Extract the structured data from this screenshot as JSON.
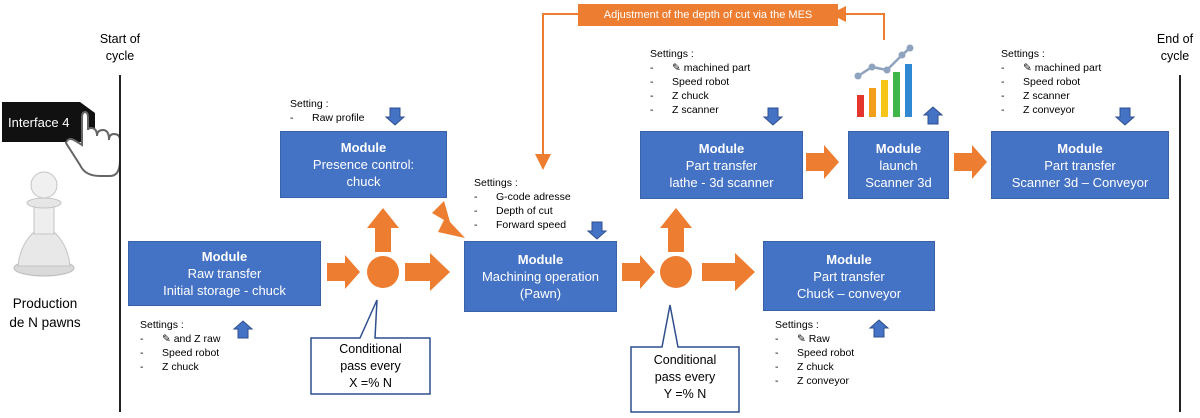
{
  "colors": {
    "module_bg": "#4472c4",
    "arrow_orange": "#ed7d31",
    "blue_arrow": "#4472c4"
  },
  "left": {
    "interface_label": "Interface 4",
    "production": [
      "Production",
      "de N pawns"
    ],
    "start_cycle": [
      "Start of",
      "cycle"
    ]
  },
  "right": {
    "end_cycle": [
      "End of",
      "cycle"
    ]
  },
  "feedback": {
    "label": "Adjustment of the depth of cut via the MES"
  },
  "modules": {
    "raw_transfer": {
      "title": "Module",
      "lines": [
        "Raw transfer",
        "Initial storage - chuck"
      ]
    },
    "presence": {
      "title": "Module",
      "lines": [
        "Presence control:",
        "chuck"
      ]
    },
    "machining": {
      "title": "Module",
      "lines": [
        "Machining operation",
        "(Pawn)"
      ]
    },
    "lathe": {
      "title": "Module",
      "lines": [
        "Part transfer",
        "lathe - 3d scanner"
      ]
    },
    "launch": {
      "title": "Module",
      "lines": [
        "launch",
        "Scanner 3d"
      ]
    },
    "scanner_conv": {
      "title": "Module",
      "lines": [
        "Part transfer",
        "Scanner 3d – Conveyor"
      ]
    },
    "chuck_conv": {
      "title": "Module",
      "lines": [
        "Part transfer",
        "Chuck – conveyor"
      ]
    }
  },
  "settings": {
    "raw_transfer": {
      "title": "Settings :",
      "items": [
        "and Z raw",
        "Speed robot",
        "Z chuck"
      ],
      "icon_first": true
    },
    "presence": {
      "title": "Setting :",
      "items": [
        "Raw profile"
      ]
    },
    "machining": {
      "title": "Settings :",
      "items": [
        "G-code adresse",
        "Depth of cut",
        "Forward speed"
      ]
    },
    "lathe": {
      "title": "Settings :",
      "items": [
        "machined part",
        "Speed robot",
        "Z chuck",
        "Z scanner"
      ],
      "icon_first": true
    },
    "scanner_conv": {
      "title": "Settings :",
      "items": [
        "machined part",
        "Speed robot",
        "Z scanner",
        "Z conveyor"
      ],
      "icon_first": true
    },
    "chuck_conv": {
      "title": "Settings :",
      "items": [
        "Raw",
        "Speed robot",
        "Z chuck",
        "Z conveyor"
      ],
      "icon_first": true
    }
  },
  "conditions": {
    "x": [
      "Conditional",
      "pass every",
      "X =% N"
    ],
    "y": [
      "Conditional",
      "pass every",
      "Y =% N"
    ]
  }
}
